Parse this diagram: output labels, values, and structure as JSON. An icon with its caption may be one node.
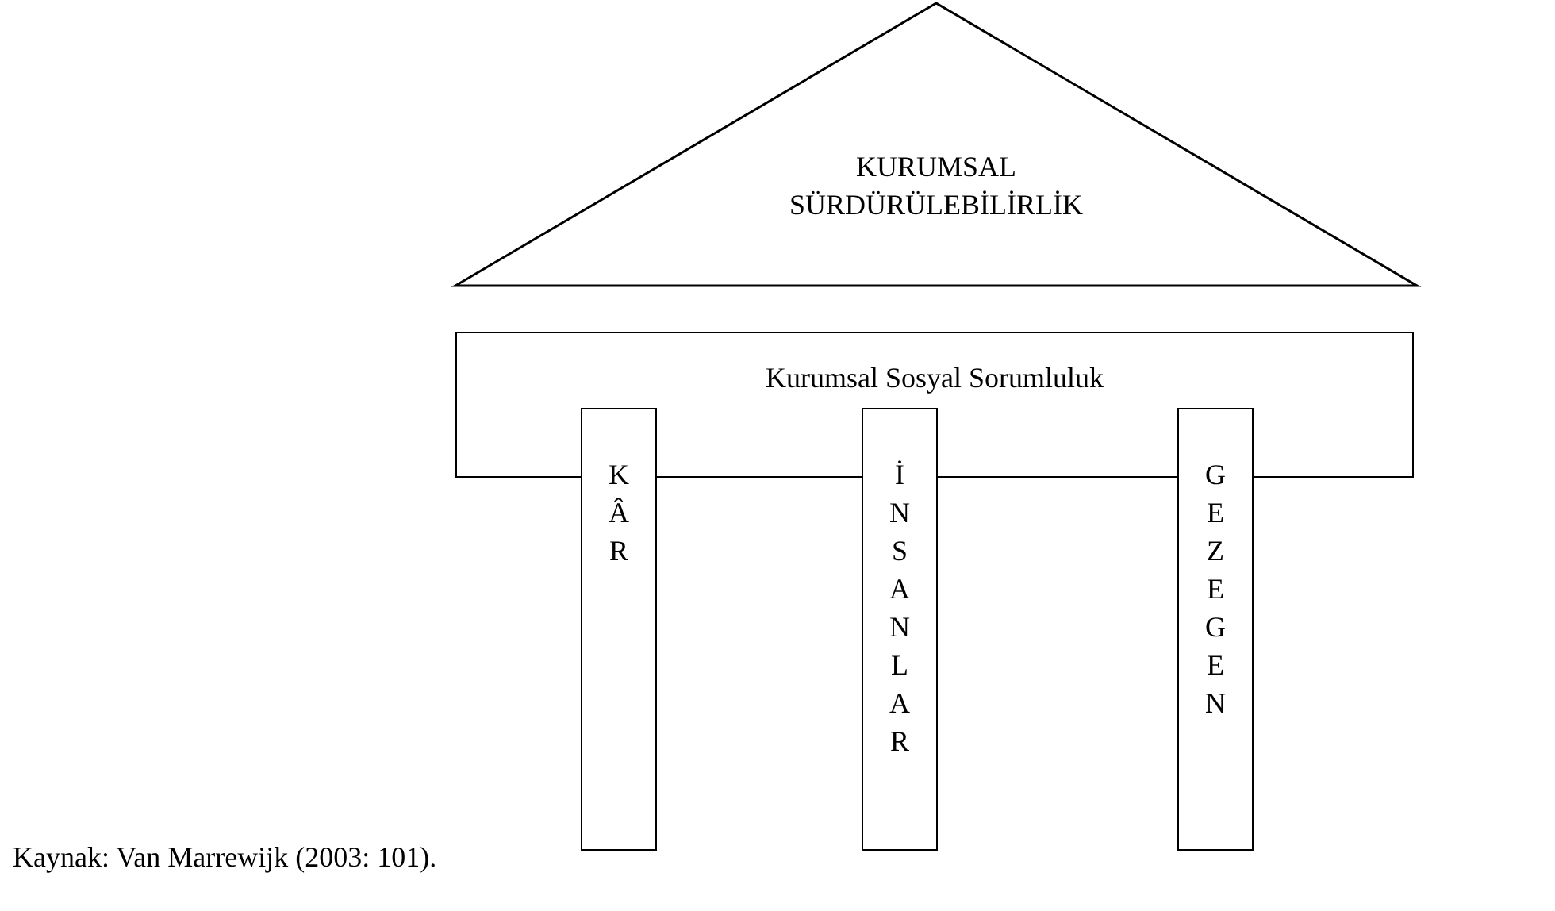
{
  "diagram": {
    "caption": "Kaynak: Van Marrewijk (2003: 101).",
    "nodes": [
      {
        "text": [
          "KURUMSAL SÜRDÜRÜLEBİLİRLİK"
        ]
      },
      {
        "text": [
          "Kurumsal Sosyal Sorumluluk"
        ]
      },
      {
        "text": [
          "KÂR"
        ]
      },
      {
        "text": [
          "İNSANLAR"
        ]
      },
      {
        "text": [
          "GEZEGEN"
        ]
      }
    ]
  }
}
